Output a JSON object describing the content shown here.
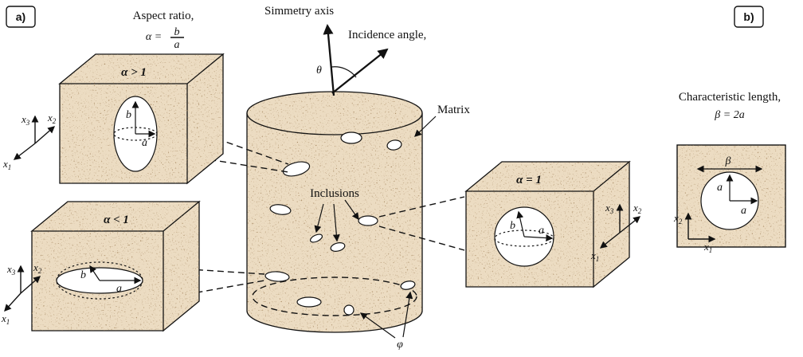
{
  "labels": {
    "panel_a": "a)",
    "panel_b": "b)",
    "aspect_line": "Aspect ratio,",
    "alpha_eq": "α =",
    "symmetry": "Simmetry axis",
    "incidence": "Incidence angle,",
    "matrix": "Matrix",
    "inclusions": "Inclusions",
    "char_line": "Characteristic length,",
    "char_formula": "β = 2a"
  },
  "vars": {
    "a": "a",
    "b": "b",
    "alpha_gt": "α > 1",
    "alpha_lt": "α < 1",
    "alpha_eq1": "α = 1",
    "beta": "β",
    "theta": "θ",
    "phi": "φ"
  },
  "axes": {
    "x": "x",
    "s1": "1",
    "s2": "2",
    "s3": "3"
  },
  "colors": {
    "matrix_fill": "#ecdcc2",
    "speckle": "#9b7b52",
    "ink": "#111111"
  }
}
